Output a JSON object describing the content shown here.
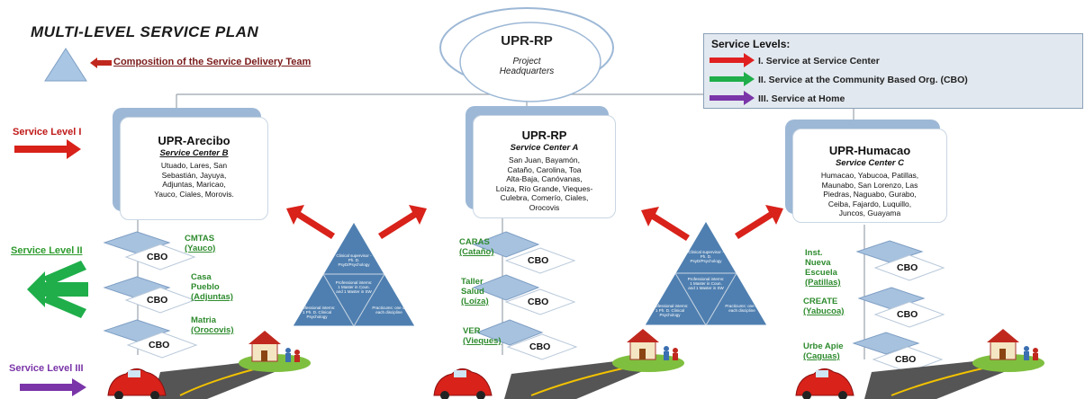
{
  "title": "MULTI-LEVEL SERVICE PLAN",
  "composition_label": "Composition of the Service Delivery Team",
  "headquarters": {
    "name": "UPR-RP",
    "subtitle_line1": "Project",
    "subtitle_line2": "Headquarters"
  },
  "legend": {
    "title": "Service Levels:",
    "items": [
      {
        "label": "I. Service at Service Center",
        "color": "#e02020"
      },
      {
        "label": "II. Service at the Community Based Org. (CBO)",
        "color": "#1fae4a"
      },
      {
        "label": "III. Service at Home",
        "color": "#7a35a8"
      }
    ]
  },
  "service_levels": {
    "level1": "Service Level I",
    "level2": "Service Level II",
    "level3": "Service Level III"
  },
  "centers": [
    {
      "name": "UPR-Arecibo",
      "subtitle": "Service Center B",
      "towns": [
        "Utuado, Lares, San",
        "Sebastián, Jayuya,",
        "Adjuntas, Maricao,",
        "Yauco, Ciales, Morovis."
      ],
      "cbos": [
        {
          "label": "CBO",
          "site_line1": "CMTAS",
          "site_line2": "(Yauco)",
          "site_line3": ""
        },
        {
          "label": "CBO",
          "site_line1": "Casa",
          "site_line2": "Pueblo",
          "site_line3": "(Adjuntas)"
        },
        {
          "label": "CBO",
          "site_line1": "Matria",
          "site_line2": "(Orocovis)",
          "site_line3": ""
        }
      ]
    },
    {
      "name": "UPR-RP",
      "subtitle": "Service Center A",
      "towns": [
        "San Juan, Bayamón,",
        "Cataño, Carolina, Toa",
        "Alta-Baja, Canóvanas,",
        "Loíza, Río Grande, Vieques-",
        "Culebra, Comerío, Ciales,",
        "Orocovis"
      ],
      "cbos": [
        {
          "label": "CBO",
          "site_line1": "CARAS",
          "site_line2": "(Cataño)",
          "site_line3": ""
        },
        {
          "label": "CBO",
          "site_line1": "Taller",
          "site_line2": "Salud",
          "site_line3": "(Loíza)"
        },
        {
          "label": "CBO",
          "site_line1": "VER",
          "site_line2": "(Vieques)",
          "site_line3": ""
        }
      ]
    },
    {
      "name": "UPR-Humacao",
      "subtitle": "Service Center C",
      "towns": [
        "Humacao, Yabucoa, Patillas,",
        "Maunabo, San Lorenzo, Las",
        "Piedras, Naguabo, Gurabo,",
        "Ceiba, Fajardo, Luquillo,",
        "Juncos, Guayama"
      ],
      "cbos": [
        {
          "label": "CBO",
          "site_line1": "Inst.",
          "site_line2": "Nueva",
          "site_line3": "Escuela",
          "site_line4": "(Patillas)"
        },
        {
          "label": "CBO",
          "site_line1": "CREATE",
          "site_line2": "(Yabucoa)",
          "site_line3": ""
        },
        {
          "label": "CBO",
          "site_line1": "Urbe Apie",
          "site_line2": "(Caguas)",
          "site_line3": ""
        }
      ]
    }
  ],
  "team_triangle": {
    "top": "Clinical supervisor - Ph. D. PsyD/Psychology",
    "middle": "Professional interns: 1 Master in Coun. and 1 Master in SW",
    "left": "Professional interns: 1 Ph. D. Clinical Psychology",
    "right": "Practicums: one of each discipline"
  },
  "colors": {
    "level1": "#e02020",
    "level2": "#1fae4a",
    "level3": "#7a35a8",
    "box_shadow": "#9db8d6",
    "diamond": "#a7c2df"
  }
}
